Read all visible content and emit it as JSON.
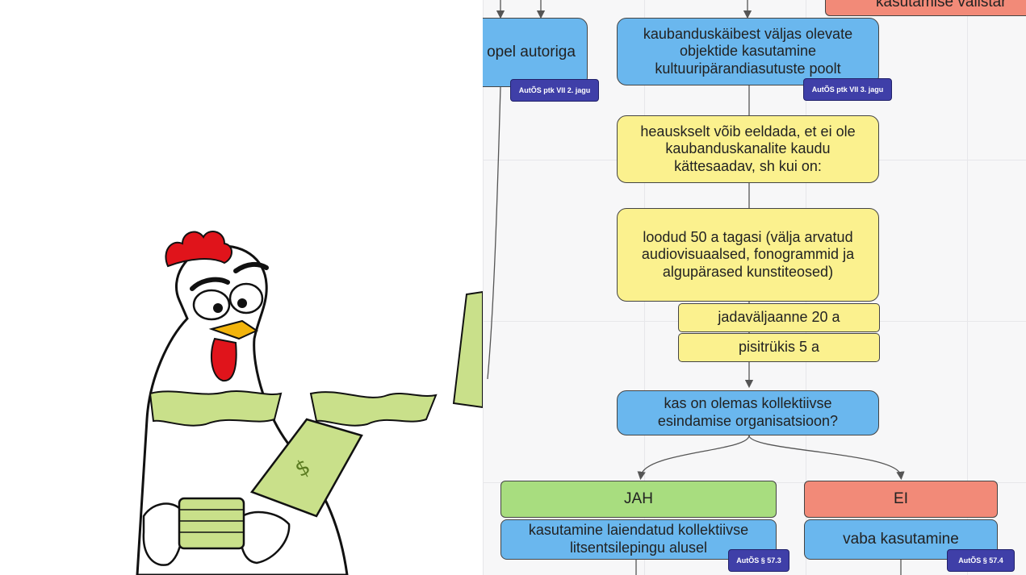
{
  "nodes": {
    "top_partial": "kasutamise välistar",
    "left_partial": "opel autoriga",
    "blue1": "kaubanduskäibest väljas olevate objektide kasutamine kultuuripärandiasutuste poolt",
    "yellow1": "heauskselt võib eeldada, et ei ole kaubanduskanalite kaudu kättesaadav, sh kui on:",
    "yellow2": "loodud 50 a tagasi (välja arvatud audiovisuaalsed, fonogrammid ja algupärased kunstiteosed)",
    "yellow3": "jadaväljaanne 20 a",
    "yellow4": "pisitrükis 5 a",
    "question": "kas on olemas kollektiivse esindamise organisatsioon?",
    "yes": "JAH",
    "no": "EI",
    "yes_result": "kasutamine laiendatud kollektiivse litsentsilepingu alusel",
    "no_result": "vaba kasutamine"
  },
  "badges": {
    "left": "AutÕS ptk VII 2. jagu",
    "blue1": "AutÕS ptk VII 3. jagu",
    "yes": "AutÕS § 57.3",
    "no": "AutÕS § 57.4"
  },
  "colors": {
    "blue": "#6ab7ee",
    "yellow": "#fbf18e",
    "green": "#a8dd7f",
    "red": "#f28a78",
    "badge": "#3f3fa8",
    "money": "#c9e08a"
  },
  "illustration": {
    "subject": "cartoon chicken holding money",
    "icons": [
      "rooster-comb",
      "money-banknote",
      "money-stack"
    ]
  }
}
